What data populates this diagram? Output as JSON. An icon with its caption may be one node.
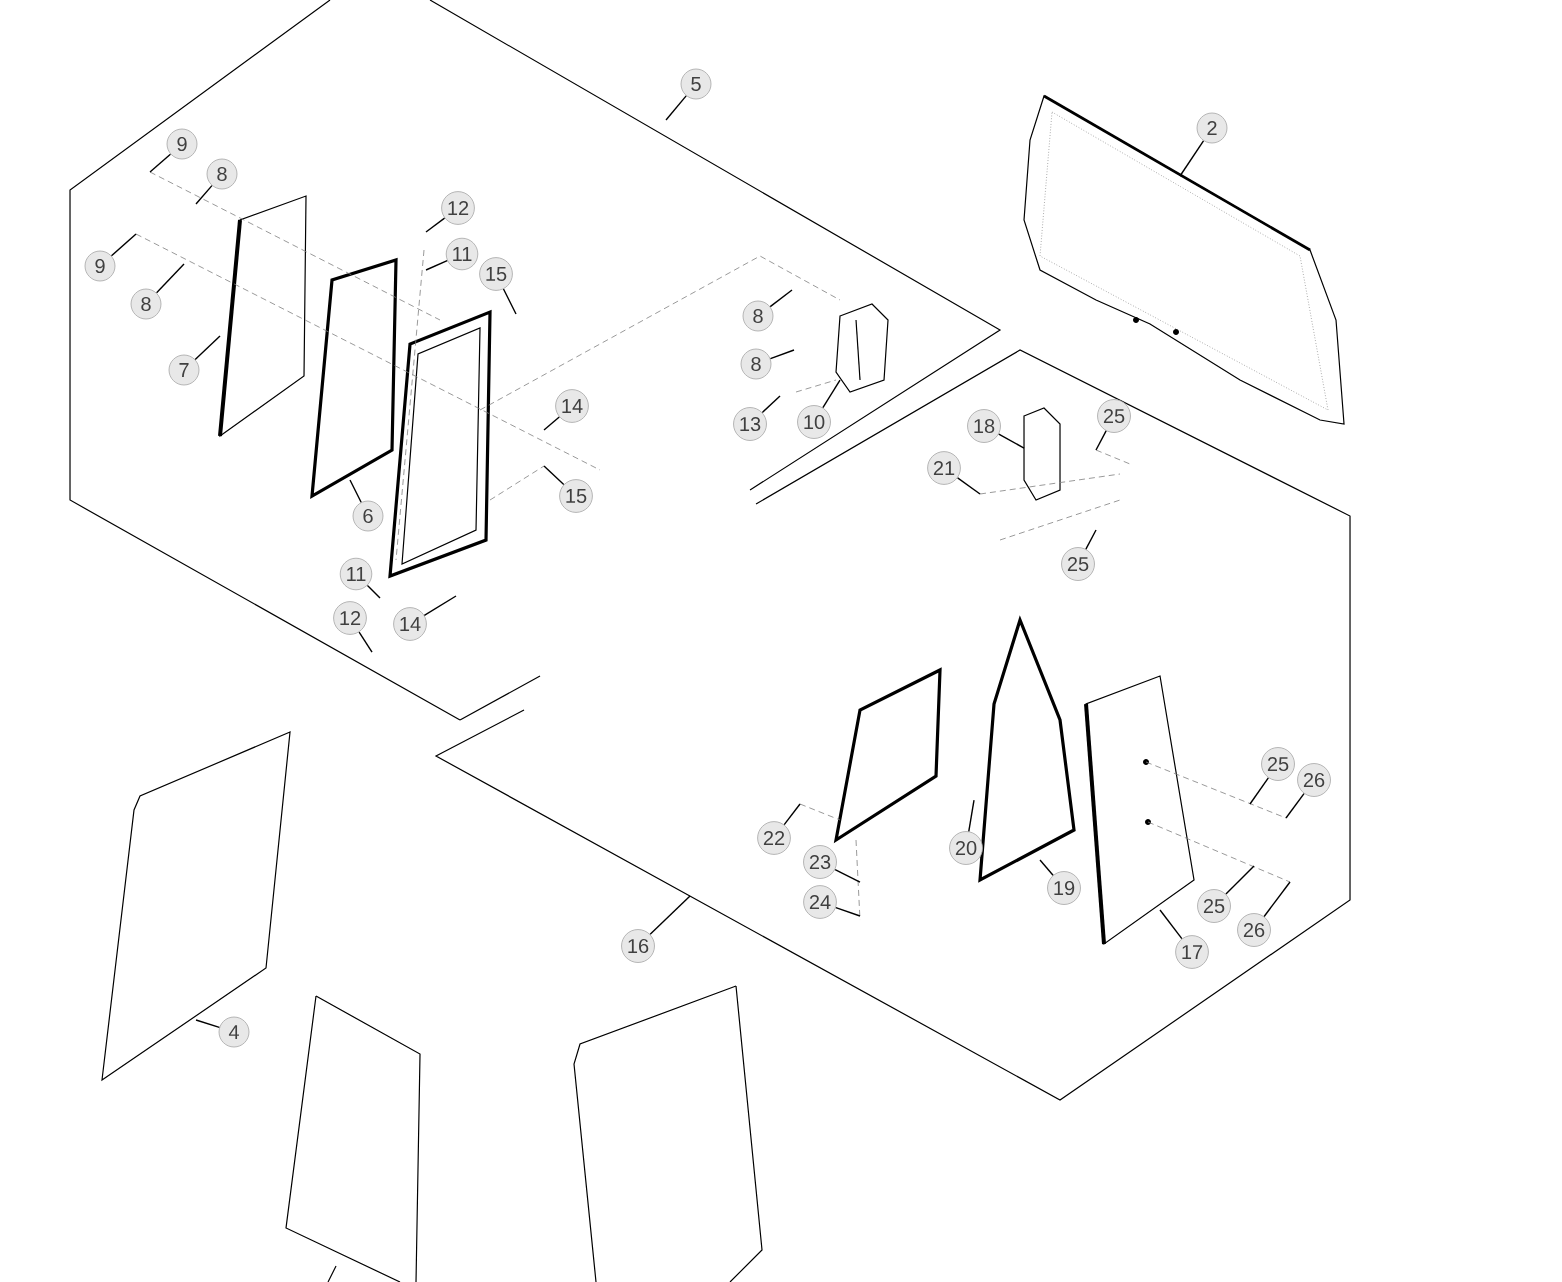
{
  "diagram": {
    "nodes": [
      {
        "text": [
          "5"
        ]
      },
      {
        "text": [
          "2"
        ]
      },
      {
        "text": [
          "9"
        ]
      },
      {
        "text": [
          "8"
        ]
      },
      {
        "text": [
          "12"
        ]
      },
      {
        "text": [
          "11"
        ]
      },
      {
        "text": [
          "9"
        ]
      },
      {
        "text": [
          "15"
        ]
      },
      {
        "text": [
          "8"
        ]
      },
      {
        "text": [
          "8"
        ]
      },
      {
        "text": [
          "8"
        ]
      },
      {
        "text": [
          "7"
        ]
      },
      {
        "text": [
          "14"
        ]
      },
      {
        "text": [
          "25"
        ]
      },
      {
        "text": [
          "10"
        ]
      },
      {
        "text": [
          "13"
        ]
      },
      {
        "text": [
          "18"
        ]
      },
      {
        "text": [
          "21"
        ]
      },
      {
        "text": [
          "15"
        ]
      },
      {
        "text": [
          "6"
        ]
      },
      {
        "text": [
          "25"
        ]
      },
      {
        "text": [
          "11"
        ]
      },
      {
        "text": [
          "12"
        ]
      },
      {
        "text": [
          "14"
        ]
      },
      {
        "text": [
          "25"
        ]
      },
      {
        "text": [
          "26"
        ]
      },
      {
        "text": [
          "22"
        ]
      },
      {
        "text": [
          "20"
        ]
      },
      {
        "text": [
          "23"
        ]
      },
      {
        "text": [
          "19"
        ]
      },
      {
        "text": [
          "24"
        ]
      },
      {
        "text": [
          "25"
        ]
      },
      {
        "text": [
          "26"
        ]
      },
      {
        "text": [
          "16"
        ]
      },
      {
        "text": [
          "17"
        ]
      },
      {
        "text": [
          "4"
        ]
      }
    ],
    "edges": [
      {
        "from": 0,
        "to": null,
        "arrow": "none"
      },
      {
        "from": 1,
        "to": null,
        "arrow": "none"
      },
      {
        "from": 2,
        "to": null,
        "arrow": "none"
      },
      {
        "from": 3,
        "to": null,
        "arrow": "none"
      },
      {
        "from": 4,
        "to": null,
        "arrow": "none"
      },
      {
        "from": 5,
        "to": null,
        "arrow": "none"
      },
      {
        "from": 6,
        "to": null,
        "arrow": "none"
      },
      {
        "from": 7,
        "to": null,
        "arrow": "none"
      },
      {
        "from": 8,
        "to": null,
        "arrow": "none"
      },
      {
        "from": 9,
        "to": null,
        "arrow": "none"
      },
      {
        "from": 10,
        "to": null,
        "arrow": "none"
      },
      {
        "from": 11,
        "to": null,
        "arrow": "none"
      },
      {
        "from": 12,
        "to": null,
        "arrow": "none"
      },
      {
        "from": 13,
        "to": null,
        "arrow": "none"
      },
      {
        "from": 14,
        "to": null,
        "arrow": "none"
      },
      {
        "from": 15,
        "to": null,
        "arrow": "none"
      },
      {
        "from": 16,
        "to": null,
        "arrow": "none"
      },
      {
        "from": 17,
        "to": null,
        "arrow": "none"
      },
      {
        "from": 18,
        "to": null,
        "arrow": "none"
      },
      {
        "from": 19,
        "to": null,
        "arrow": "none"
      },
      {
        "from": 20,
        "to": null,
        "arrow": "none"
      },
      {
        "from": 21,
        "to": null,
        "arrow": "none"
      },
      {
        "from": 22,
        "to": null,
        "arrow": "none"
      },
      {
        "from": 23,
        "to": null,
        "arrow": "none"
      },
      {
        "from": 24,
        "to": null,
        "arrow": "none"
      },
      {
        "from": 25,
        "to": null,
        "arrow": "none"
      },
      {
        "from": 26,
        "to": null,
        "arrow": "none"
      },
      {
        "from": 27,
        "to": null,
        "arrow": "none"
      },
      {
        "from": 28,
        "to": null,
        "arrow": "none"
      },
      {
        "from": 29,
        "to": null,
        "arrow": "none"
      },
      {
        "from": 30,
        "to": null,
        "arrow": "none"
      },
      {
        "from": 31,
        "to": null,
        "arrow": "none"
      },
      {
        "from": 32,
        "to": null,
        "arrow": "none"
      },
      {
        "from": 33,
        "to": null,
        "arrow": "none"
      },
      {
        "from": 34,
        "to": null,
        "arrow": "none"
      },
      {
        "from": 35,
        "to": null,
        "arrow": "none"
      }
    ]
  }
}
